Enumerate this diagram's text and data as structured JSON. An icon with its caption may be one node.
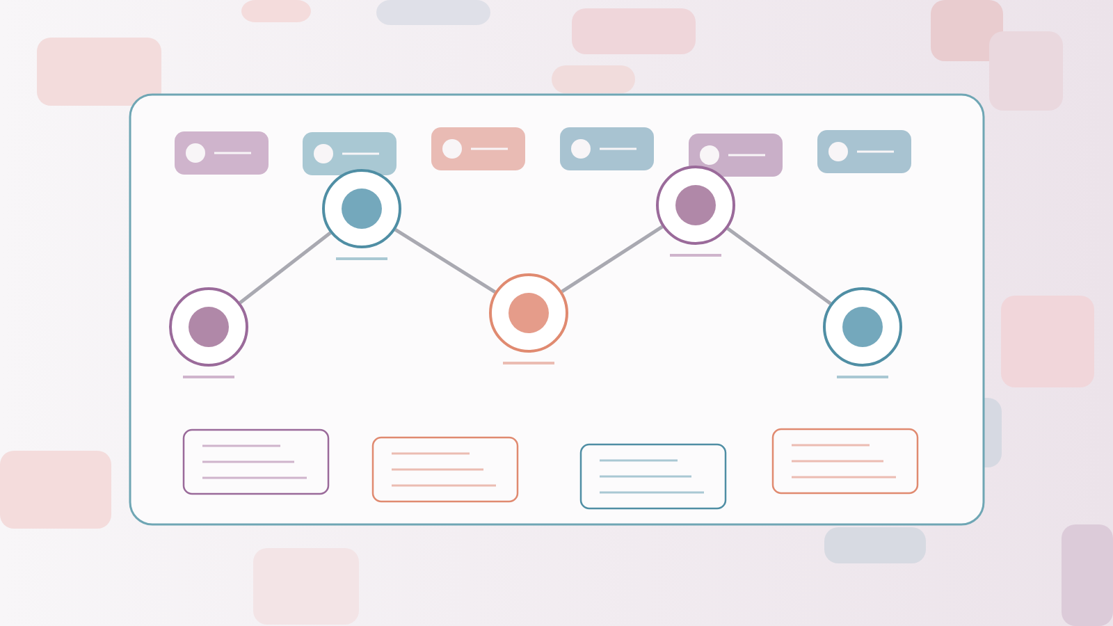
{
  "diagram": {
    "nodes": [
      {
        "text": [],
        "shape": "circle"
      },
      {
        "text": [],
        "shape": "circle"
      },
      {
        "text": [],
        "shape": "circle"
      },
      {
        "text": [],
        "shape": "circle"
      },
      {
        "text": [],
        "shape": "circle"
      }
    ],
    "edges": [
      {
        "from": 0,
        "to": 1,
        "arrow": "none"
      },
      {
        "from": 1,
        "to": 2,
        "arrow": "none"
      },
      {
        "from": 2,
        "to": 3,
        "arrow": "none"
      },
      {
        "from": 3,
        "to": 4,
        "arrow": "none"
      }
    ]
  }
}
